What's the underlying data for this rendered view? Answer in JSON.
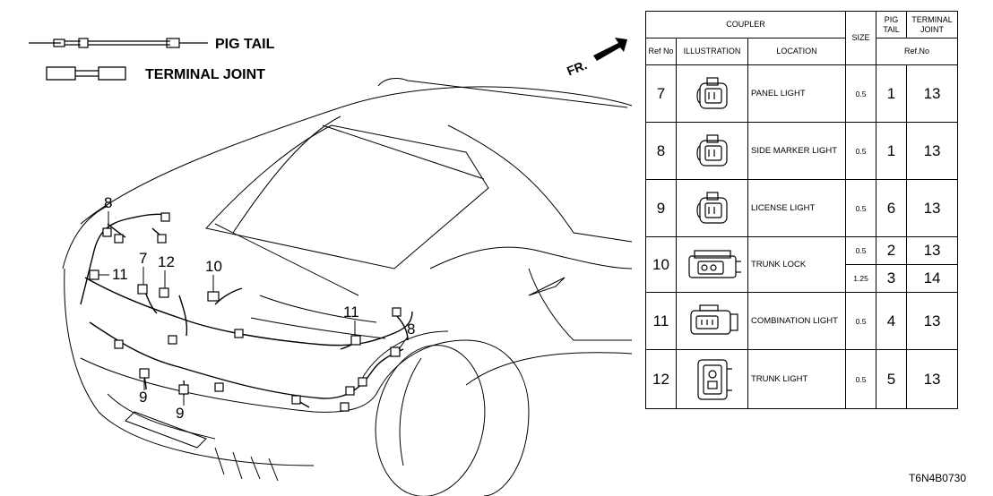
{
  "legend": {
    "pig_tail": "PIG TAIL",
    "terminal_joint": "TERMINAL JOINT"
  },
  "direction": "FR.",
  "callouts": [
    "8",
    "7",
    "12",
    "10",
    "11",
    "11",
    "8",
    "9",
    "9"
  ],
  "table": {
    "header": {
      "coupler": "COUPLER",
      "size": "SIZE",
      "pig_tail": "PIG TAIL",
      "terminal_joint": "TERMINAL JOINT",
      "ref_no": "Ref No",
      "illustration": "ILLUSTRATION",
      "location": "LOCATION",
      "ref_no_sub": "Ref.No"
    },
    "rows": [
      {
        "ref": "7",
        "location": "PANEL LIGHT",
        "size": "0.5",
        "pig": "1",
        "joint": "13"
      },
      {
        "ref": "8",
        "location": "SIDE MARKER LIGHT",
        "size": "0.5",
        "pig": "1",
        "joint": "13"
      },
      {
        "ref": "9",
        "location": "LICENSE LIGHT",
        "size": "0.5",
        "pig": "6",
        "joint": "13"
      },
      {
        "ref": "10",
        "location": "TRUNK LOCK",
        "size": "0.5",
        "pig": "2",
        "joint": "13",
        "size2": "1.25",
        "pig2": "3",
        "joint2": "14"
      },
      {
        "ref": "11",
        "location": "COMBINATION LIGHT",
        "size": "0.5",
        "pig": "4",
        "joint": "13"
      },
      {
        "ref": "12",
        "location": "TRUNK LIGHT",
        "size": "0.5",
        "pig": "5",
        "joint": "13"
      }
    ]
  },
  "part_code": "T6N4B0730"
}
